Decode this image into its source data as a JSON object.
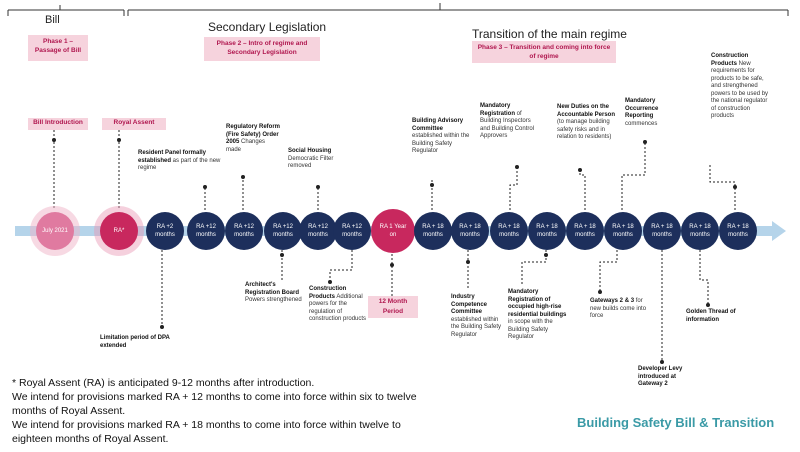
{
  "header": {
    "bill": "Bill",
    "secondary": "Secondary Legislation",
    "transition": "Transition of the main regime"
  },
  "phases": {
    "p1": "Phase 1 – Passage of Bill",
    "p2": "Phase 2 – Intro of regime and Secondary Legislation",
    "p3": "Phase 3 – Transition and coming into force of regime"
  },
  "tags": {
    "bill_intro": "Bill Introduction",
    "royal_assent": "Royal Assent",
    "twelve_month": "12 Month Period"
  },
  "nodes": [
    "July 2021",
    "RA*",
    "RA +2 months",
    "RA +12 months",
    "RA +12 months",
    "RA +12 months",
    "RA +12 months",
    "RA +12 months",
    "RA 1 Year on",
    "RA + 18 months",
    "RA + 18 months",
    "RA + 18 months",
    "RA + 18 months",
    "RA + 18 months",
    "RA + 18 months",
    "RA + 18 months",
    "RA + 18 months",
    "RA + 18 months"
  ],
  "annotations": {
    "dpa": {
      "bold": "Limitation period of DPA extended",
      "rest": ""
    },
    "resident": {
      "bold": "Resident Panel formally established",
      "rest": " as part of the new regime"
    },
    "fire": {
      "bold": "Regulatory Reform (Fire Safety) Order 2005",
      "rest": " Changes made"
    },
    "social": {
      "bold": "Social Housing",
      "rest": " Democratic Filter removed"
    },
    "architect": {
      "bold": "Architect's Registration Board",
      "rest": " Powers strengthened"
    },
    "construction": {
      "bold": "Construction Products",
      "rest": " Additional powers for the regulation of construction products"
    },
    "advisory": {
      "bold": "Building Advisory Committee",
      "rest": " established within the Building Safety Regulator"
    },
    "industry": {
      "bold": "Industry Competence Committee",
      "rest": " established within the Building Safety Regulator"
    },
    "mandreg": {
      "bold": "Mandatory Registration",
      "rest": " of Building Inspectors and Building Control Approvers"
    },
    "occupied": {
      "bold": "Mandatory Registration of occupied high-rise residential buildings",
      "rest": " in scope with the Building Safety Regulator"
    },
    "duties": {
      "bold": "New Duties on the Accountable Person",
      "rest": " (to manage building safety risks and in relation to residents)"
    },
    "gateways": {
      "bold": "Gateways 2 & 3",
      "rest": " for new builds come into force"
    },
    "occurrence": {
      "bold": "Mandatory Occurrence Reporting",
      "rest": " commences"
    },
    "levy": {
      "bold": "Developer Levy introduced at Gateway 2",
      "rest": ""
    },
    "golden": {
      "bold": "Golden Thread of information",
      "rest": ""
    },
    "products_new": {
      "bold": "Construction Products",
      "rest": " New requirements for products to be safe, and strengthened powers to be used by the national regulator of construction products"
    }
  },
  "notes": {
    "l1": "* Royal Assent (RA) is anticipated 9-12 months after introduction.",
    "l2": "We intend for provisions marked RA + 12 months to come into force within six to twelve months of Royal Assent.",
    "l3": "We intend for provisions marked RA + 18 months to come into force within twelve to eighteen months of Royal Assent."
  },
  "brand": "Building Safety Bill & Transition"
}
